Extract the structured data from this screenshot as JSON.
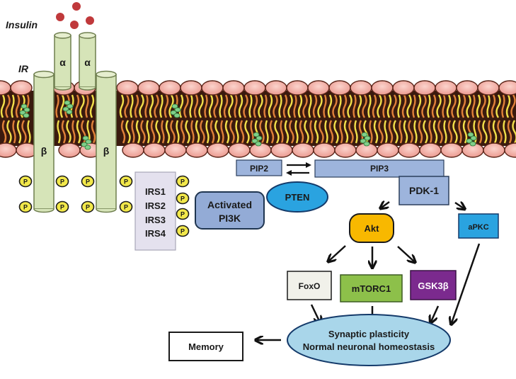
{
  "labels": {
    "insulin": "Insulin",
    "ir": "IR",
    "alpha": "α",
    "beta": "β",
    "phospho": "P"
  },
  "irs": [
    "IRS1",
    "IRS2",
    "IRS3",
    "IRS4"
  ],
  "nodes": {
    "pi3k_line1": "Activated",
    "pi3k_line2": "PI3K",
    "pip2": "PIP2",
    "pip3": "PIP3",
    "pten": "PTEN",
    "pdk1": "PDK-1",
    "akt": "Akt",
    "apkc": "aPKC",
    "foxo": "FoxO",
    "mtorc1": "mTORC1",
    "gsk3b": "GSK3β",
    "outcome_line1": "Synaptic plasticity",
    "outcome_line2": "Normal neuronal homeostasis",
    "memory": "Memory"
  },
  "colors": {
    "receptor": "#d6e4b8",
    "receptor_stroke": "#6f7f4f",
    "insulin": "#c0393b",
    "phosphate": "#f2e84a",
    "irs_box": "#e4e1ee",
    "pi3k": "#93abd6",
    "pip": "#9db4dc",
    "pten": "#2aa3e0",
    "akt": "#f8b800",
    "apkc": "#2aa3e0",
    "foxo": "#f1f1ea",
    "mtorc1": "#8dc04a",
    "gsk3b": "#7b2a8e",
    "outcome": "#a9d6ea",
    "lipid_head": "#f0a8a0",
    "membrane_core": "#3a1a0e"
  }
}
